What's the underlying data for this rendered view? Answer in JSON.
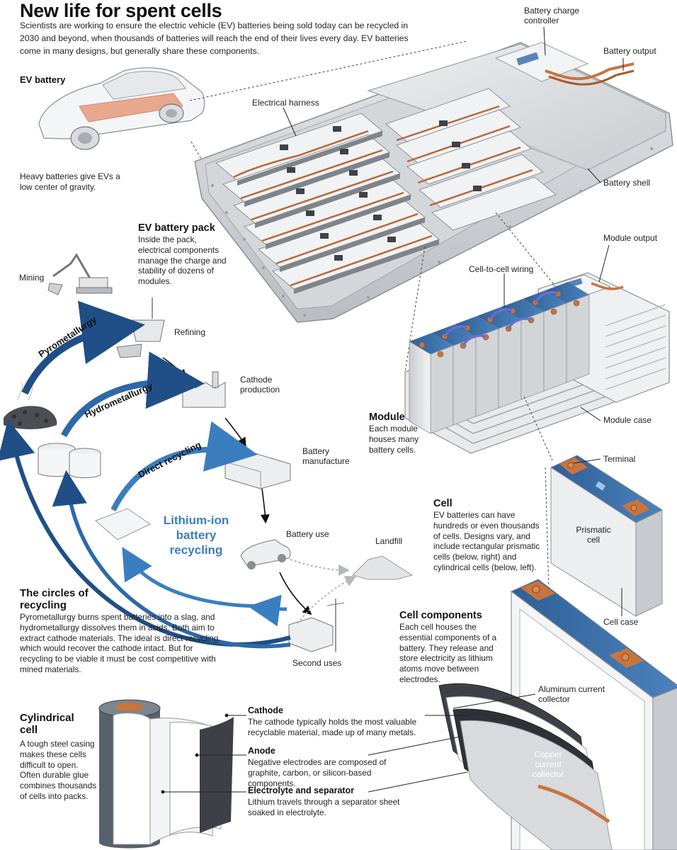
{
  "header": {
    "title": "New life for spent cells",
    "intro": "Scientists are working to ensure the electric vehicle (EV) batteries being sold today can be recycled in 2030 and beyond, when thousands of batteries will reach the end of their lives every day. EV batteries come in many designs, but generally share these components."
  },
  "ev_battery": {
    "heading": "EV battery",
    "note": "Heavy batteries give EVs a low center of gravity."
  },
  "pack": {
    "heading": "EV battery pack",
    "body": "Inside the pack, electrical components manage the charge and stability of dozens of modules.",
    "labels": {
      "charge_controller": "Battery charge controller",
      "output": "Battery output",
      "harness": "Electrical harness",
      "shell": "Battery shell"
    }
  },
  "module": {
    "heading": "Module",
    "body": "Each module houses many battery cells.",
    "labels": {
      "output": "Module output",
      "wiring": "Cell-to-cell wiring",
      "case": "Module case"
    }
  },
  "cell": {
    "heading": "Cell",
    "body": "EV batteries can have hundreds or even thousands of cells. Designs vary, and include rectangular prismatic cells (below, right) and cylindrical cells (below, left).",
    "labels": {
      "terminal": "Terminal",
      "prismatic": "Prismatic cell",
      "case": "Cell case"
    }
  },
  "cell_components": {
    "heading": "Cell components",
    "body": "Each cell houses the essential components of a battery. They release and store electricity as lithium atoms move between electrodes.",
    "labels": {
      "aluminum": "Aluminum current collector",
      "copper": "Copper current collector"
    }
  },
  "recycling": {
    "center_title": "Lithium-ion battery recycling",
    "routes": {
      "pyro": "Pyrometallurgy",
      "hydro": "Hydrometallurgy",
      "direct": "Direct recycling"
    },
    "stages": {
      "mining": "Mining",
      "refining": "Refining",
      "cathode": "Cathode production",
      "manufacture": "Battery manufacture",
      "use": "Battery use",
      "landfill": "Landfill",
      "second": "Second uses"
    }
  },
  "circles": {
    "heading": "The circles of recycling",
    "body": "Pyrometallurgy burns spent batteries into a slag, and hydrometallurgy dissolves them in acids. Both aim to extract cathode materials. The ideal is direct recycling, which would recover the cathode intact. But for recycling to be viable it must be cost competitive with mined materials."
  },
  "cylindrical": {
    "heading": "Cylindrical cell",
    "body": "A tough steel casing makes these cells difficult to open. Often durable glue combines thousands of cells into packs."
  },
  "layers": [
    {
      "name": "Cathode",
      "desc": "The cathode typically holds the most valuable recyclable material, made up of many metals."
    },
    {
      "name": "Anode",
      "desc": "Negative electrodes are composed of graphite, carbon, or silicon-based components."
    },
    {
      "name": "Electrolyte and separator",
      "desc": "Lithium travels through a separator sheet soaked in electrolyte."
    }
  ],
  "colors": {
    "accent_blue": "#3a7ec0",
    "dark_blue": "#1f4f86",
    "copper": "#c8743e",
    "cell_blue": "#3b6ea8"
  }
}
